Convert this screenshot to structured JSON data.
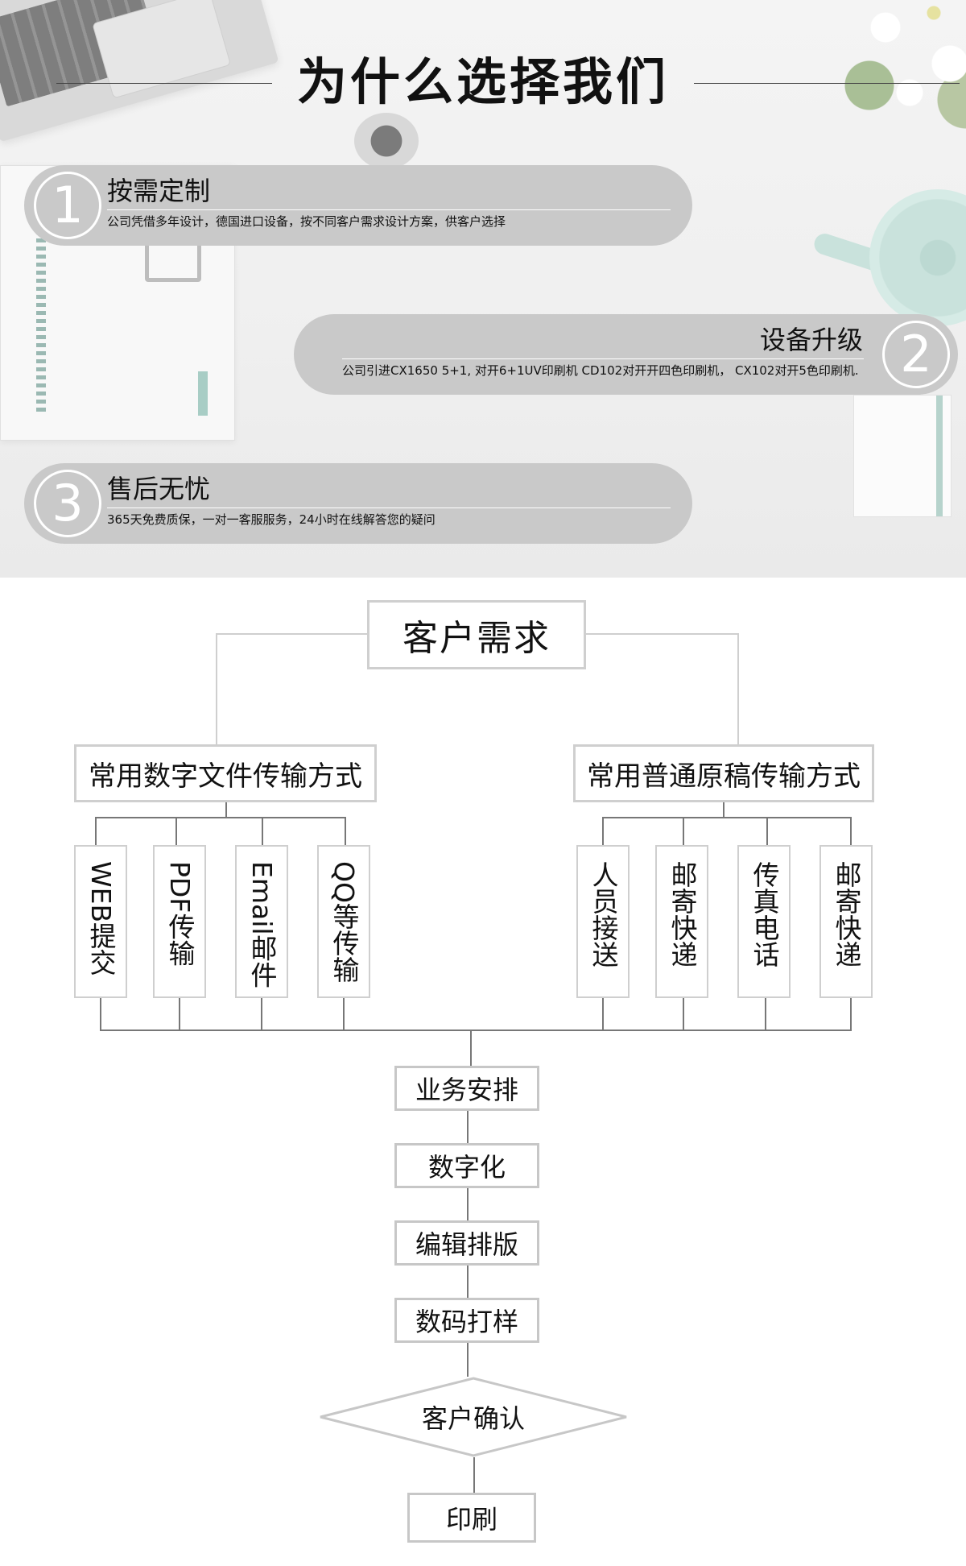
{
  "header": {
    "title": "为什么选择我们"
  },
  "features": [
    {
      "number": "1",
      "title": "按需定制",
      "desc": "公司凭借多年设计，德国进口设备，按不同客户需求设计方案，供客户选择"
    },
    {
      "number": "2",
      "title": "设备升级",
      "desc": "公司引进CX1650 5+1, 对开6+1UV印刷机 CD102对开开四色印刷机， CX102对开5色印刷机."
    },
    {
      "number": "3",
      "title": "售后无忧",
      "desc": "365天免费质保，一对一客服服务，24小时在线解答您的疑问"
    }
  ],
  "flow": {
    "root": "客户需求",
    "digital": {
      "label": "常用数字文件传输方式",
      "items": [
        "WEB提交",
        "PDF传输",
        "Email邮件",
        "QQ等传输"
      ]
    },
    "original": {
      "label": "常用普通原稿传输方式",
      "items": [
        "人员接送",
        "邮寄快递",
        "传真电话",
        "邮寄快递"
      ]
    },
    "steps": [
      "业务安排",
      "数字化",
      "编辑排版",
      "数码打样"
    ],
    "decision": "客户确认",
    "final": "印刷"
  }
}
